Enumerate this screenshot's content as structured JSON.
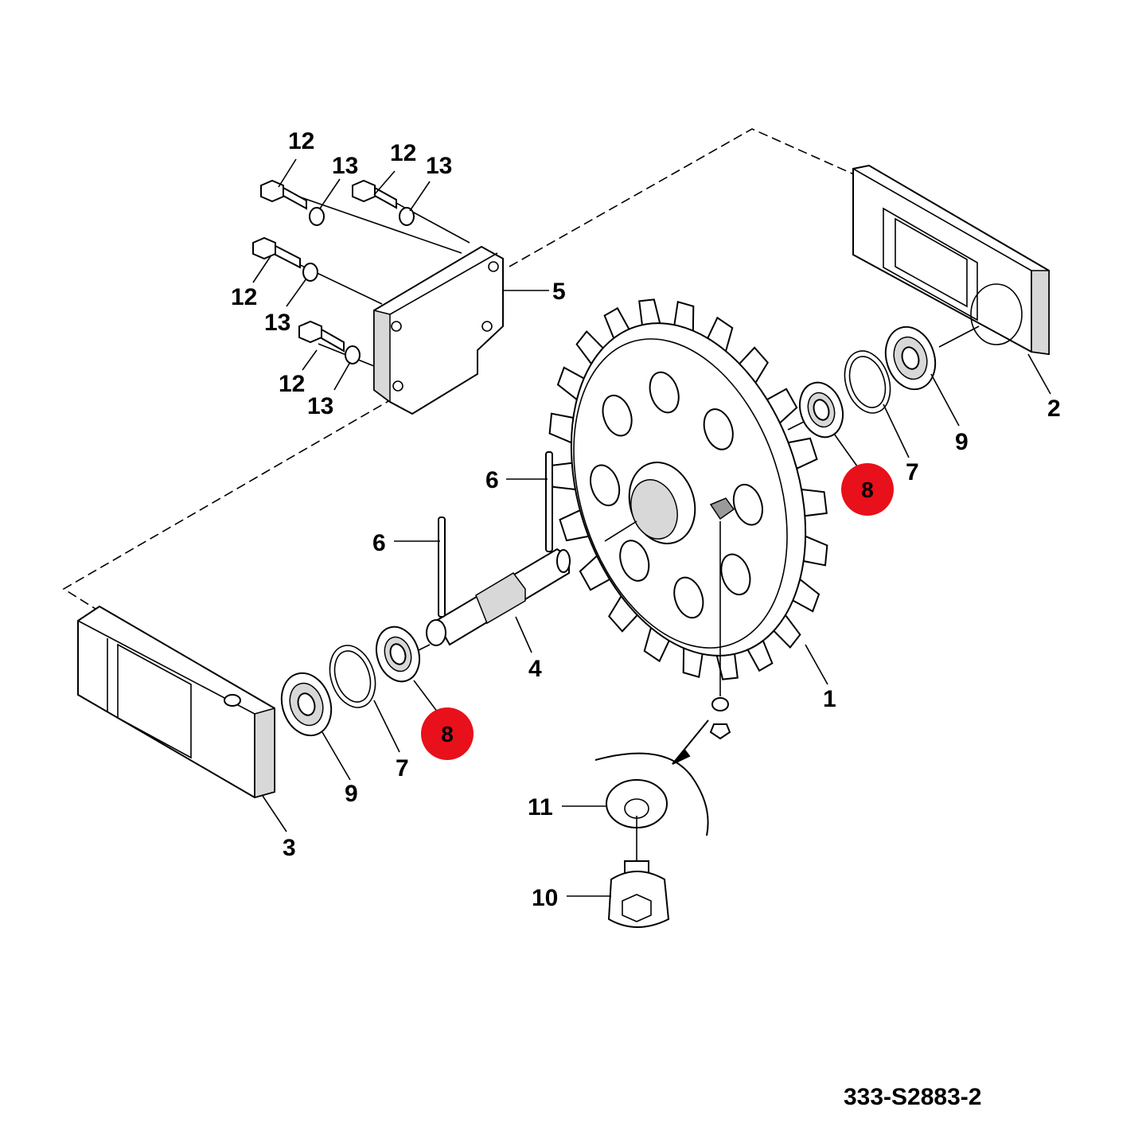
{
  "figure_id": "333-S2883-2",
  "highlight_color": "#e8101a",
  "callouts": {
    "c1": "1",
    "c2": "2",
    "c3": "3",
    "c4": "4",
    "c5": "5",
    "c6a": "6",
    "c6b": "6",
    "c7a": "7",
    "c7b": "7",
    "c8a": "8",
    "c8b": "8",
    "c9a": "9",
    "c9b": "9",
    "c10": "10",
    "c11": "11",
    "c12a": "12",
    "c12b": "12",
    "c12c": "12",
    "c12d": "12",
    "c13a": "13",
    "c13b": "13",
    "c13c": "13",
    "c13d": "13"
  }
}
